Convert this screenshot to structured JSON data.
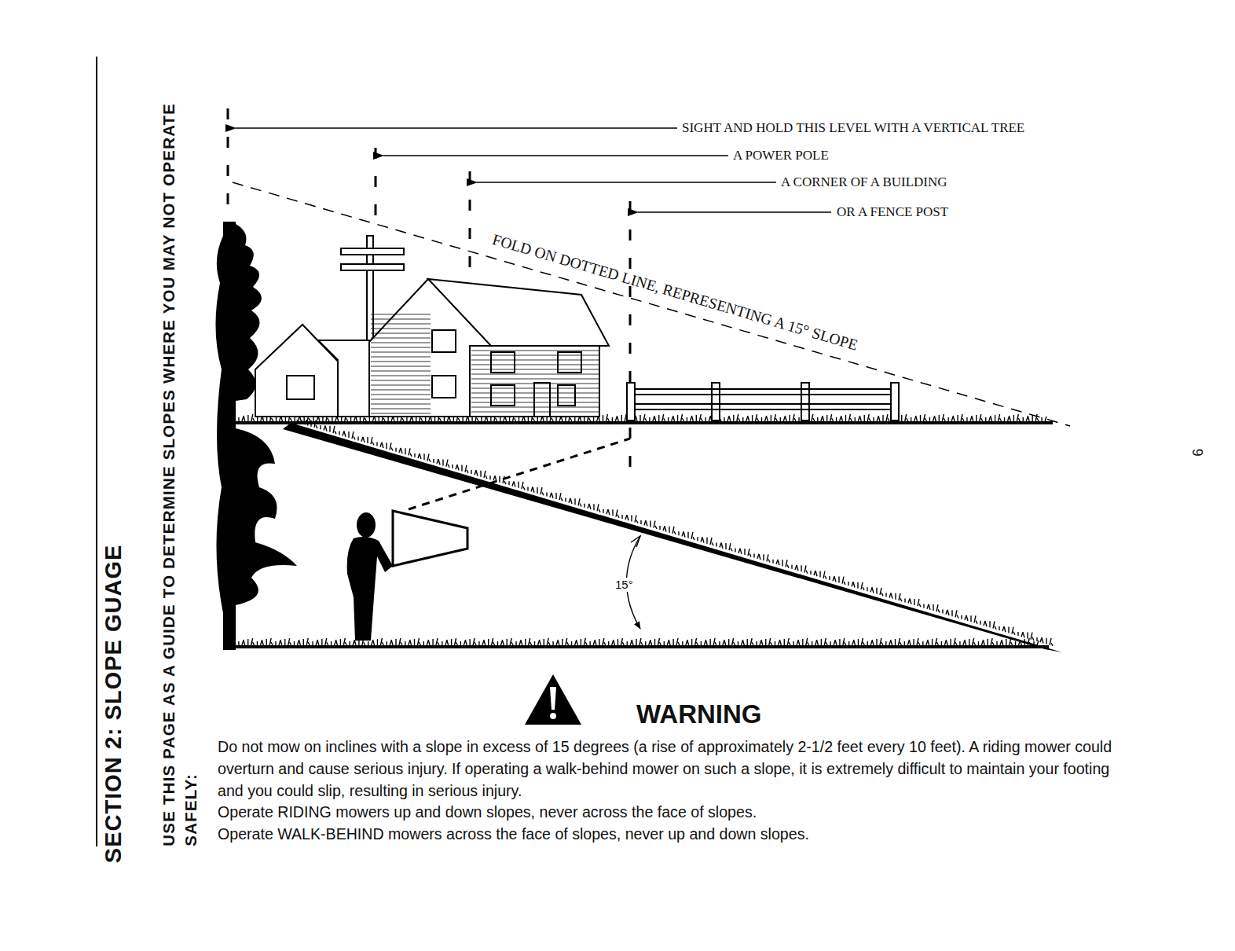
{
  "diagram": {
    "title": "SECTION 2: SLOPE GUAGE",
    "labels": [
      "USE THIS PAGE AS A GUIDE TO DETERMINE SLOPES WHERE YOU MAY NOT OPERATE SAFELY:",
      "SIGHT AND HOLD THIS LEVEL WITH A VERTICAL TREE",
      "A POWER POLE",
      "A CORNER OF A BUILDING",
      "OR A FENCE POST",
      "FOLD ON DOTTED LINE, REPRESENTING A 15° SLOPE",
      "15°",
      "WARNING",
      "Do not mow on inclines with a slope in excess of 15 degrees (a rise of approximately 2-1/2 feet every 10 feet). A riding mower could overturn and cause serious injury. If operating a walk-behind mower on such a slope, it is extremely difficult to maintain your footing and you could slip, resulting in serious injury.",
      "Operate RIDING mowers up and down slopes, never across the face of slopes.",
      "Operate WALK-BEHIND mowers across the face of slopes, never up and down slopes.",
      "6"
    ]
  }
}
